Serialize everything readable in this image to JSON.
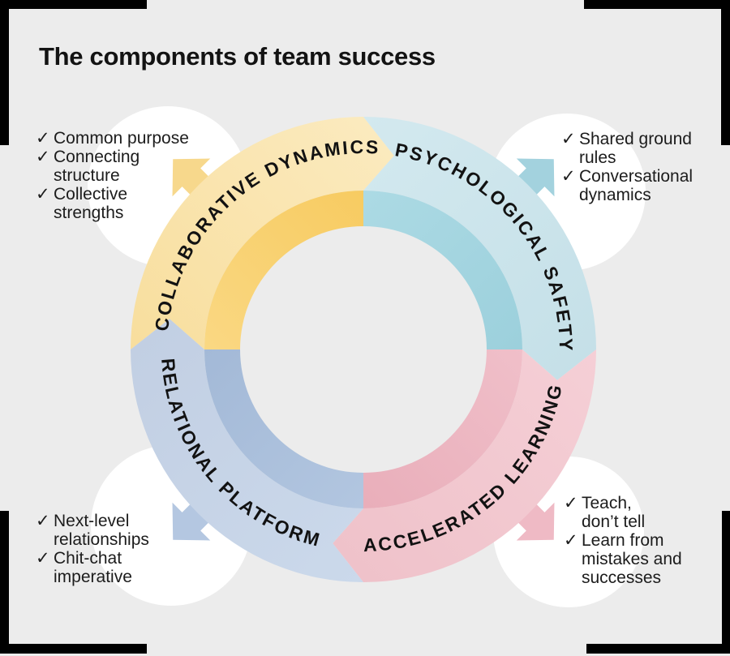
{
  "title": "The components of team success",
  "colors": {
    "background": "#ECECEC",
    "bracket": "#000000",
    "title_text": "#131313",
    "list_text": "#1C1C1C",
    "arc_label_text": "#121212",
    "corner_circle": "#FFFFFF",
    "segments": {
      "collaborative_dynamics": {
        "outer_start": "#F8DE9D",
        "outer_end": "#FBEABE",
        "inner_start": "#FAD883",
        "inner_end": "#F7CB61",
        "arrow": "#F7D88C"
      },
      "psychological_safety": {
        "outer_start": "#D3E9EF",
        "outer_end": "#C5E0E8",
        "inner_start": "#ACDAE4",
        "inner_end": "#9CD0DC",
        "arrow": "#A3D2DE"
      },
      "accelerated_learning": {
        "outer_start": "#F5CFD6",
        "outer_end": "#EFC2CA",
        "inner_start": "#F0BFC9",
        "inner_end": "#E9AEBA",
        "arrow": "#EFBAC5"
      },
      "relational_platform": {
        "outer_start": "#CBD9EB",
        "outer_end": "#C2CFE3",
        "inner_start": "#B2C6E0",
        "inner_end": "#A3B9D7",
        "arrow": "#B4C7E1"
      }
    }
  },
  "diagram": {
    "flow": "clockwise",
    "segments": [
      {
        "id": "collaborative-dynamics",
        "label": "COLLABORATIVE DYNAMICS",
        "position": "top-left"
      },
      {
        "id": "psychological-safety",
        "label": "PSYCHOLOGICAL SAFETY",
        "position": "top-right"
      },
      {
        "id": "accelerated-learning",
        "label": "ACCELERATED LEARNING",
        "position": "bottom-right"
      },
      {
        "id": "relational-platform",
        "label": "RELATIONAL PLATFORM",
        "position": "bottom-left"
      }
    ]
  },
  "checklists": {
    "top_left": {
      "items": [
        {
          "check": "✓",
          "text": "Common purpose"
        },
        {
          "check": "✓",
          "text": "Connecting\nstructure"
        },
        {
          "check": "✓",
          "text": "Collective\nstrengths"
        }
      ]
    },
    "top_right": {
      "items": [
        {
          "check": "✓",
          "text": "Shared ground\nrules"
        },
        {
          "check": "✓",
          "text": "Conversational\ndynamics"
        }
      ]
    },
    "bottom_left": {
      "items": [
        {
          "check": "✓",
          "text": "Next-level\nrelationships"
        },
        {
          "check": "✓",
          "text": "Chit-chat\nimperative"
        }
      ]
    },
    "bottom_right": {
      "items": [
        {
          "check": "✓",
          "text": "Teach,\ndon’t tell"
        },
        {
          "check": "✓",
          "text": "Learn from\nmistakes and\nsuccesses"
        }
      ]
    }
  }
}
